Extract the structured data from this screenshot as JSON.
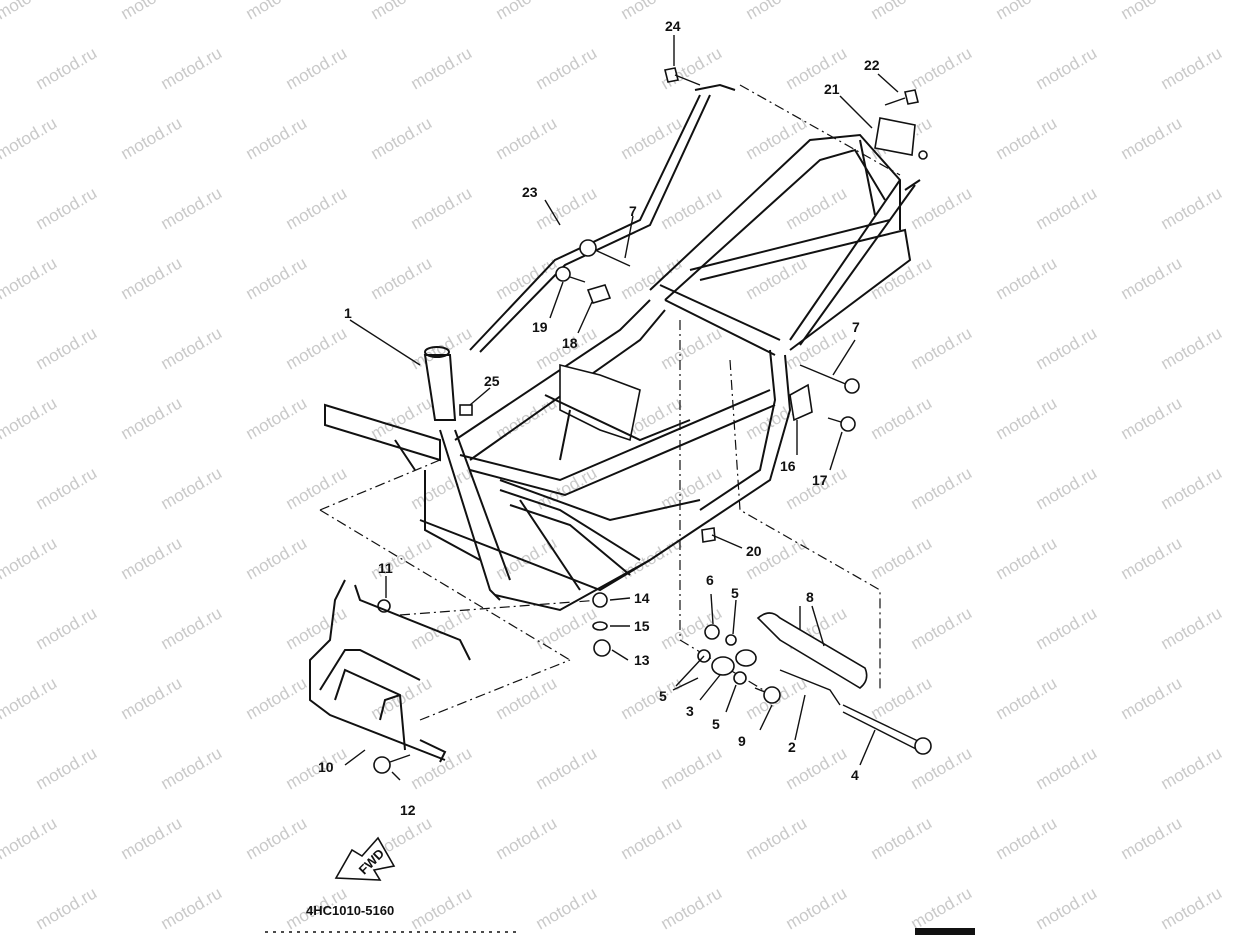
{
  "watermark": "motod.ru",
  "colors": {
    "ink": "#111111",
    "watermark": "#c9c9c9",
    "background": "#ffffff"
  },
  "catalog_code": "4HC1010-5160",
  "fwd_label": "FWD",
  "callouts": [
    "1",
    "2",
    "3",
    "4",
    "5",
    "5",
    "5",
    "6",
    "7",
    "7",
    "8",
    "9",
    "10",
    "11",
    "12",
    "13",
    "14",
    "15",
    "16",
    "17",
    "18",
    "19",
    "20",
    "21",
    "22",
    "23",
    "24",
    "25"
  ]
}
